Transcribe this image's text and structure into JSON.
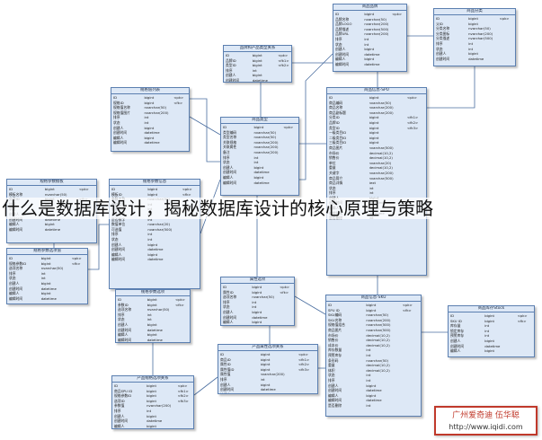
{
  "headline": "什么是数据库设计，揭秘数据库设计的核心原理与策略",
  "watermark": {
    "line1": "广州爱奇迪 伍华聪",
    "line2": "http://www.iqidi.com"
  },
  "colors": {
    "table_fill": "#dde8f6",
    "table_border": "#5b7fb0",
    "connector": "#4a6ea0",
    "stamp": "#c0392b"
  },
  "tables": [
    {
      "id": "brand",
      "title": "商品品牌",
      "rows": [
        [
          "ID",
          "bigint",
          "<pk>"
        ],
        [
          "品牌名称",
          "nvarchar(50)",
          ""
        ],
        [
          "品牌LOGO",
          "nvarchar(200)",
          ""
        ],
        [
          "品牌描述",
          "nvarchar(500)",
          ""
        ],
        [
          "品牌URL",
          "nvarchar(200)",
          ""
        ],
        [
          "排序",
          "int",
          ""
        ],
        [
          "状态",
          "int",
          ""
        ],
        [
          "创建人",
          "bigint",
          ""
        ],
        [
          "创建时间",
          "datetime",
          ""
        ],
        [
          "编辑人",
          "bigint",
          ""
        ],
        [
          "编辑时间",
          "datetime",
          ""
        ]
      ]
    },
    {
      "id": "category",
      "title": "商品分类",
      "rows": [
        [
          "ID",
          "bigint",
          "<pk>"
        ],
        [
          "父ID",
          "bigint",
          ""
        ],
        [
          "分类名称",
          "nvarchar(50)",
          ""
        ],
        [
          "分类图标",
          "nvarchar(200)",
          ""
        ],
        [
          "分类描述",
          "nvarchar(500)",
          ""
        ],
        [
          "排序",
          "int",
          ""
        ],
        [
          "状态",
          "int",
          ""
        ],
        [
          "创建人",
          "bigint",
          ""
        ],
        [
          "创建时间",
          "datetime",
          ""
        ]
      ]
    },
    {
      "id": "brand_type",
      "title": "品牌和产品类型关系",
      "rows": [
        [
          "ID",
          "bigint",
          "<pk>"
        ],
        [
          "品牌ID",
          "bigint",
          "<fk1>"
        ],
        [
          "类型ID",
          "bigint",
          "<fk2>"
        ],
        [
          "排序",
          "int",
          ""
        ],
        [
          "创建人",
          "bigint",
          ""
        ],
        [
          "创建时间",
          "datetime",
          ""
        ],
        [
          "编辑人",
          "bigint",
          ""
        ],
        [
          "编辑时间",
          "datetime",
          ""
        ]
      ]
    },
    {
      "id": "spec_value",
      "title": "规格值列表",
      "rows": [
        [
          "ID",
          "bigint",
          "<pk>"
        ],
        [
          "规格ID",
          "bigint",
          "<fk>"
        ],
        [
          "规格值名称",
          "nvarchar(50)",
          ""
        ],
        [
          "规格值图片",
          "nvarchar(200)",
          ""
        ],
        [
          "排序",
          "int",
          ""
        ],
        [
          "状态",
          "int",
          ""
        ],
        [
          "创建人",
          "bigint",
          ""
        ],
        [
          "创建时间",
          "datetime",
          ""
        ],
        [
          "编辑人",
          "bigint",
          ""
        ],
        [
          "编辑时间",
          "datetime",
          ""
        ]
      ]
    },
    {
      "id": "goods_info",
      "title": "商品信息-SPU",
      "rows": [
        [
          "ID",
          "bigint",
          "<pk>"
        ],
        [
          "商品编码",
          "nvarchar(50)",
          ""
        ],
        [
          "商品名称",
          "nvarchar(200)",
          ""
        ],
        [
          "商品副标题",
          "nvarchar(200)",
          ""
        ],
        [
          "分类ID",
          "bigint",
          "<fk1>"
        ],
        [
          "品牌ID",
          "bigint",
          "<fk2>"
        ],
        [
          "类型ID",
          "bigint",
          "<fk3>"
        ],
        [
          "一级类目ID",
          "bigint",
          ""
        ],
        [
          "二级类目ID",
          "bigint",
          ""
        ],
        [
          "三级类目ID",
          "bigint",
          ""
        ],
        [
          "商品图片",
          "nvarchar(500)",
          ""
        ],
        [
          "市场价",
          "decimal(10,2)",
          ""
        ],
        [
          "销售价",
          "decimal(10,2)",
          ""
        ],
        [
          "单位",
          "nvarchar(20)",
          ""
        ],
        [
          "重量",
          "decimal(10,2)",
          ""
        ],
        [
          "关键字",
          "nvarchar(200)",
          ""
        ],
        [
          "商品简介",
          "nvarchar(500)",
          ""
        ],
        [
          "商品详情",
          "text",
          ""
        ],
        [
          "状态",
          "int",
          ""
        ],
        [
          "排序",
          "int",
          ""
        ],
        [
          "创建人",
          "bigint",
          ""
        ],
        [
          "创建时间",
          "datetime",
          ""
        ],
        [
          "编辑人",
          "bigint",
          ""
        ],
        [
          "编辑时间",
          "datetime",
          ""
        ],
        [
          "是否删除",
          "int",
          ""
        ]
      ]
    },
    {
      "id": "goods_type",
      "title": "商品类型",
      "rows": [
        [
          "ID",
          "bigint",
          "<pk>"
        ],
        [
          "类型编码",
          "nvarchar(50)",
          ""
        ],
        [
          "类型名称",
          "nvarchar(50)",
          ""
        ],
        [
          "关联规格",
          "nvarchar(200)",
          ""
        ],
        [
          "关联属性",
          "nvarchar(200)",
          ""
        ],
        [
          "备注",
          "nvarchar(200)",
          ""
        ],
        [
          "排序",
          "int",
          ""
        ],
        [
          "状态",
          "int",
          ""
        ],
        [
          "创建人",
          "bigint",
          ""
        ],
        [
          "创建时间",
          "datetime",
          ""
        ],
        [
          "编辑人",
          "bigint",
          ""
        ],
        [
          "编辑时间",
          "datetime",
          ""
        ]
      ]
    },
    {
      "id": "spec_template",
      "title": "规格参数模板",
      "rows": [
        [
          "ID",
          "bigint",
          "<pk>"
        ],
        [
          "模板名称",
          "nvarchar(50)",
          ""
        ],
        [
          "分类ID",
          "bigint",
          "<fk>"
        ],
        [
          "排序",
          "int",
          ""
        ],
        [
          "状态",
          "int",
          ""
        ],
        [
          "创建人",
          "bigint",
          ""
        ],
        [
          "创建时间",
          "datetime",
          ""
        ],
        [
          "编辑人",
          "bigint",
          ""
        ],
        [
          "编辑时间",
          "datetime",
          ""
        ]
      ]
    },
    {
      "id": "spec_param",
      "title": "规格参数信息",
      "rows": [
        [
          "ID",
          "bigint",
          "<pk>"
        ],
        [
          "模板ID",
          "bigint",
          "<fk>"
        ],
        [
          "参数名称",
          "nvarchar(50)",
          ""
        ],
        [
          "参数类型",
          "int",
          ""
        ],
        [
          "是否必填",
          "int",
          ""
        ],
        [
          "是否搜索",
          "int",
          ""
        ],
        [
          "是否数字",
          "int",
          ""
        ],
        [
          "数值单位",
          "nvarchar(20)",
          ""
        ],
        [
          "可选值",
          "nvarchar(500)",
          ""
        ],
        [
          "排序",
          "int",
          ""
        ],
        [
          "状态",
          "int",
          ""
        ],
        [
          "创建人",
          "bigint",
          ""
        ],
        [
          "创建时间",
          "datetime",
          ""
        ],
        [
          "编辑人",
          "bigint",
          ""
        ],
        [
          "编辑时间",
          "datetime",
          ""
        ]
      ]
    },
    {
      "id": "spec_option",
      "title": "规格参数选项值",
      "rows": [
        [
          "ID",
          "bigint",
          "<pk>"
        ],
        [
          "规格参数ID",
          "bigint",
          "<fk>"
        ],
        [
          "选项名称",
          "nvarchar(50)",
          ""
        ],
        [
          "排序",
          "int",
          ""
        ],
        [
          "状态",
          "int",
          ""
        ],
        [
          "创建人",
          "bigint",
          ""
        ],
        [
          "创建时间",
          "datetime",
          ""
        ],
        [
          "编辑人",
          "bigint",
          ""
        ],
        [
          "编辑时间",
          "datetime",
          ""
        ]
      ]
    },
    {
      "id": "spec_option2",
      "title": "规格参数选项",
      "rows": [
        [
          "ID",
          "bigint",
          "<pk>"
        ],
        [
          "参数ID",
          "bigint",
          "<fk>"
        ],
        [
          "选项名称",
          "nvarchar(50)",
          ""
        ],
        [
          "排序",
          "int",
          ""
        ],
        [
          "状态",
          "int",
          ""
        ],
        [
          "创建人",
          "bigint",
          ""
        ],
        [
          "创建时间",
          "datetime",
          ""
        ],
        [
          "编辑人",
          "bigint",
          ""
        ],
        [
          "编辑时间",
          "datetime",
          ""
        ]
      ]
    },
    {
      "id": "attr_option",
      "title": "属性选项",
      "rows": [
        [
          "ID",
          "bigint",
          "<pk>"
        ],
        [
          "属性ID",
          "bigint",
          "<fk>"
        ],
        [
          "选项名称",
          "nvarchar(50)",
          ""
        ],
        [
          "排序",
          "int",
          ""
        ],
        [
          "状态",
          "int",
          ""
        ],
        [
          "创建人",
          "bigint",
          ""
        ],
        [
          "创建时间",
          "datetime",
          ""
        ],
        [
          "编辑人",
          "bigint",
          ""
        ],
        [
          "编辑时间",
          "datetime",
          ""
        ]
      ]
    },
    {
      "id": "goods_sku",
      "title": "商品信息-SKU",
      "rows": [
        [
          "ID",
          "bigint",
          "<pk>"
        ],
        [
          "SPU ID",
          "bigint",
          "<fk>"
        ],
        [
          "SKU编码",
          "nvarchar(50)",
          ""
        ],
        [
          "SKU名称",
          "nvarchar(200)",
          ""
        ],
        [
          "规格值组合",
          "nvarchar(500)",
          ""
        ],
        [
          "商品图片",
          "nvarchar(500)",
          ""
        ],
        [
          "市场价",
          "decimal(10,2)",
          ""
        ],
        [
          "销售价",
          "decimal(10,2)",
          ""
        ],
        [
          "成本价",
          "decimal(10,2)",
          ""
        ],
        [
          "库存数量",
          "int",
          ""
        ],
        [
          "预警库存",
          "int",
          ""
        ],
        [
          "条形码",
          "nvarchar(50)",
          ""
        ],
        [
          "重量",
          "decimal(10,2)",
          ""
        ],
        [
          "体积",
          "decimal(10,2)",
          ""
        ],
        [
          "状态",
          "int",
          ""
        ],
        [
          "排序",
          "int",
          ""
        ],
        [
          "创建人",
          "bigint",
          ""
        ],
        [
          "创建时间",
          "datetime",
          ""
        ],
        [
          "编辑人",
          "bigint",
          ""
        ],
        [
          "编辑时间",
          "datetime",
          ""
        ],
        [
          "是否删除",
          "int",
          ""
        ]
      ]
    },
    {
      "id": "stock",
      "title": "商品库存Stock",
      "rows": [
        [
          "ID",
          "bigint",
          "<pk>"
        ],
        [
          "SKU ID",
          "bigint",
          "<fk>"
        ],
        [
          "库存量",
          "int",
          ""
        ],
        [
          "锁定库存",
          "int",
          ""
        ],
        [
          "预警库存",
          "int",
          ""
        ],
        [
          "创建人",
          "bigint",
          ""
        ],
        [
          "创建时间",
          "datetime",
          ""
        ],
        [
          "编辑人",
          "bigint",
          ""
        ]
      ]
    },
    {
      "id": "goods_attr_rel",
      "title": "产品属性选项关系",
      "rows": [
        [
          "ID",
          "bigint",
          "<pk>"
        ],
        [
          "商品ID",
          "bigint",
          "<fk1>"
        ],
        [
          "属性ID",
          "bigint",
          "<fk2>"
        ],
        [
          "属性值ID",
          "bigint",
          "<fk3>"
        ],
        [
          "属性值",
          "nvarchar(200)",
          ""
        ],
        [
          "排序",
          "int",
          ""
        ],
        [
          "创建人",
          "bigint",
          ""
        ],
        [
          "创建时间",
          "datetime",
          ""
        ],
        [
          "编辑人",
          "bigint",
          ""
        ],
        [
          "编辑时间",
          "datetime",
          ""
        ]
      ]
    },
    {
      "id": "goods_spec_rel",
      "title": "产品规格选项关系",
      "rows": [
        [
          "ID",
          "bigint",
          "<pk>"
        ],
        [
          "商品SPU ID",
          "bigint",
          "<fk1>"
        ],
        [
          "规格参数ID",
          "bigint",
          "<fk2>"
        ],
        [
          "选项ID",
          "bigint",
          "<fk3>"
        ],
        [
          "参数值",
          "nvarchar(200)",
          ""
        ],
        [
          "排序",
          "int",
          ""
        ],
        [
          "创建人",
          "bigint",
          ""
        ],
        [
          "创建时间",
          "datetime",
          ""
        ],
        [
          "编辑人",
          "bigint",
          ""
        ],
        [
          "编辑时间",
          "datetime",
          ""
        ]
      ]
    }
  ]
}
